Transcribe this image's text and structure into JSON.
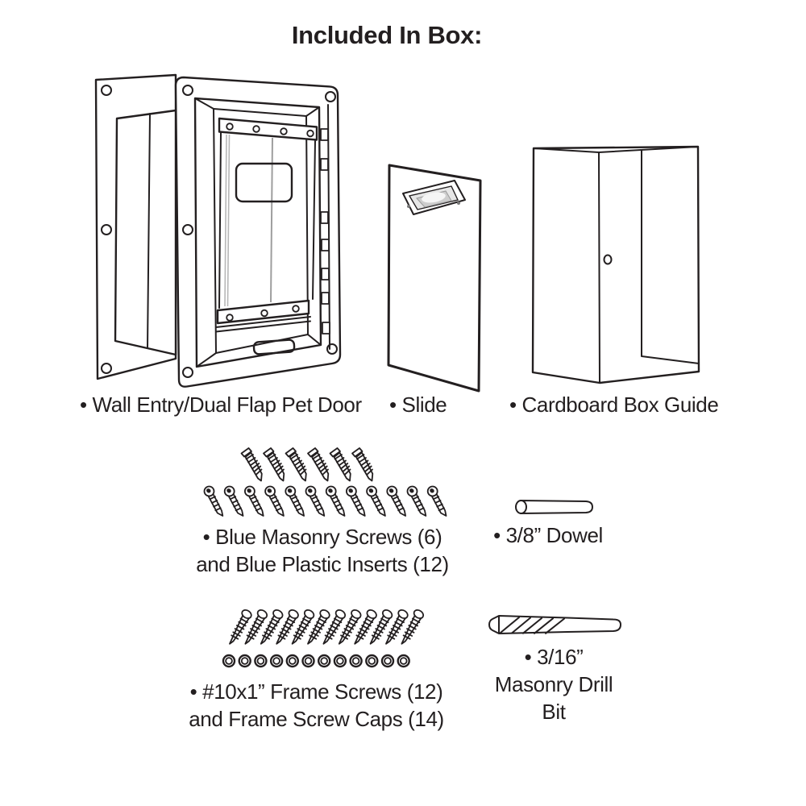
{
  "page": {
    "title": "Included In Box:"
  },
  "colors": {
    "line": "#231f20",
    "background": "#ffffff",
    "handle_light": "#e6e6e6",
    "handle_mid": "#cdcdcd"
  },
  "items": {
    "pet_door": {
      "label": "• Wall Entry/Dual Flap Pet Door"
    },
    "slide": {
      "label": "• Slide"
    },
    "box_guide": {
      "label": "• Cardboard Box Guide"
    },
    "masonry_hardware": {
      "label_line1": "• Blue Masonry Screws (6)",
      "label_line2": "and Blue Plastic Inserts (12)",
      "screw_count": 6,
      "insert_count": 12
    },
    "dowel": {
      "label": "• 3/8” Dowel"
    },
    "frame_hardware": {
      "label_line1": "• #10x1” Frame Screws (12)",
      "label_line2": "and Frame Screw Caps (14)",
      "screw_count": 12,
      "cap_count": 12
    },
    "drill_bit": {
      "label_line1": "• 3/16”",
      "label_line2": "Masonry Drill Bit"
    }
  }
}
